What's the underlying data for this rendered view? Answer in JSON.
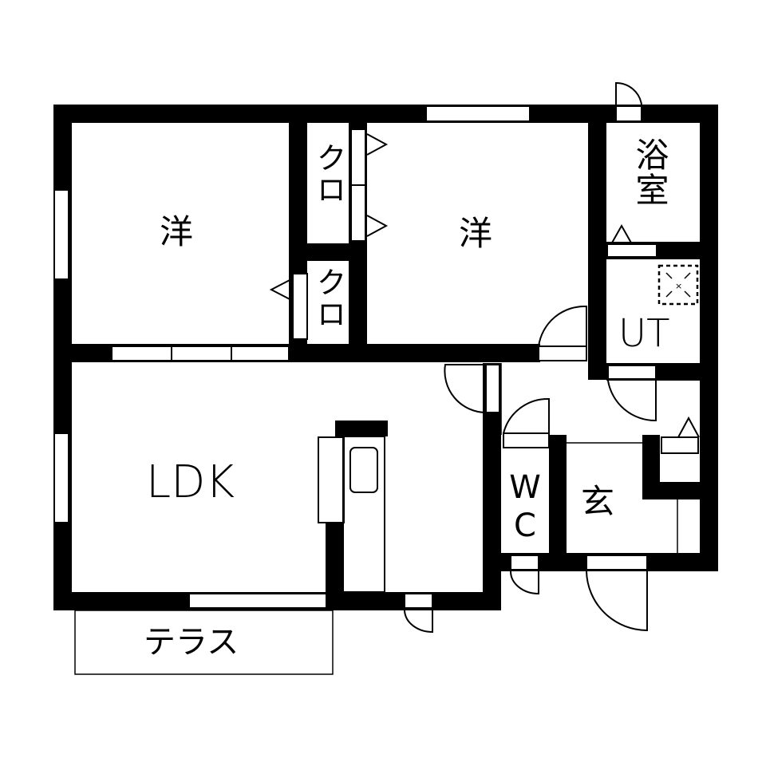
{
  "floor_plan": {
    "rooms": {
      "western_room_1": {
        "label": "洋"
      },
      "western_room_2": {
        "label": "洋"
      },
      "closet_1": {
        "label": "クロ"
      },
      "closet_2": {
        "label": "クロ"
      },
      "bathroom": {
        "label": "浴室"
      },
      "utility": {
        "label": "UT"
      },
      "ldk": {
        "label": "LDK"
      },
      "toilet": {
        "label": "WC"
      },
      "entrance": {
        "label": "玄"
      },
      "terrace": {
        "label": "テラス"
      }
    },
    "colors": {
      "wall": "#000000",
      "background": "#ffffff"
    }
  }
}
